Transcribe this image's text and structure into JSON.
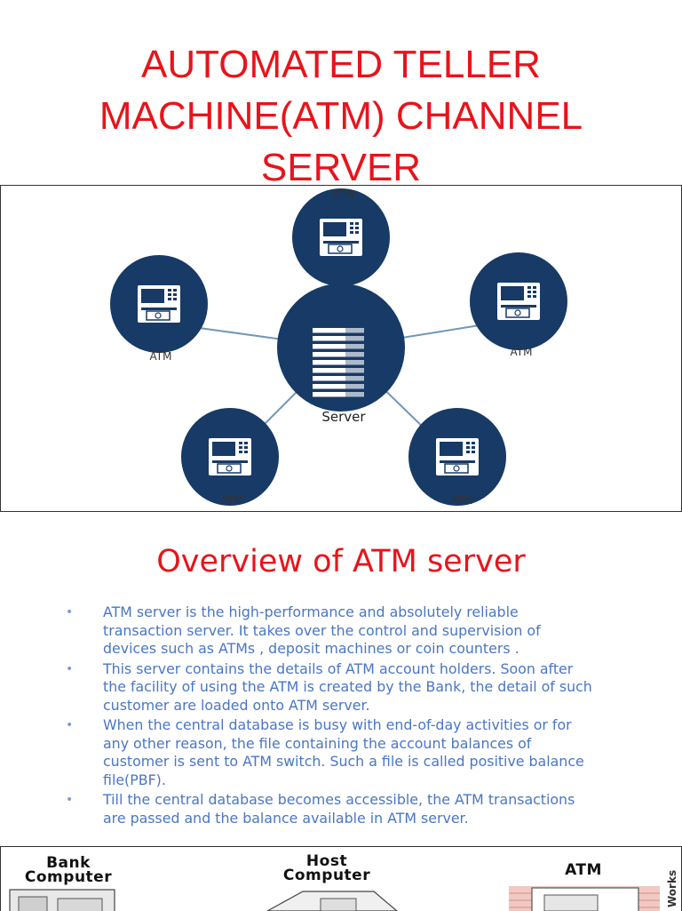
{
  "title_lines": [
    "AUTOMATED TELLER",
    "MACHINE(ATM) CHANNEL",
    "SERVER"
  ],
  "diagram": {
    "server_label": "Server",
    "atm_labels": [
      "ATM",
      "ATM",
      "ATM",
      "ATM",
      "ATM"
    ],
    "colors": {
      "node_fill": "#173a66",
      "node_dark": "#0d2a4d",
      "link": "#6f97b8"
    }
  },
  "overview_title": "Overview of ATM server",
  "bullets": [
    "ATM server is the high-performance and absolutely reliable transaction server. It takes over the control and supervision of devices such as ATMs , deposit machines or coin counters .",
    "This server contains the details of ATM account holders. Soon after the facility of using the ATM is created by the Bank, the detail of such customer are loaded onto ATM server.",
    "When the central database is busy with end-of-day activities or for any other reason, the file containing the account balances of customer is sent to ATM switch. Such a file is called positive balance file(PBF).",
    "Till the central database becomes accessible, the ATM transactions are passed and the balance available in ATM server."
  ],
  "flow": {
    "bank_line1": "Bank",
    "bank_line2": "Computer",
    "host_line1": "Host",
    "host_line2": "Computer",
    "atm": "ATM",
    "side_text": "Works"
  }
}
